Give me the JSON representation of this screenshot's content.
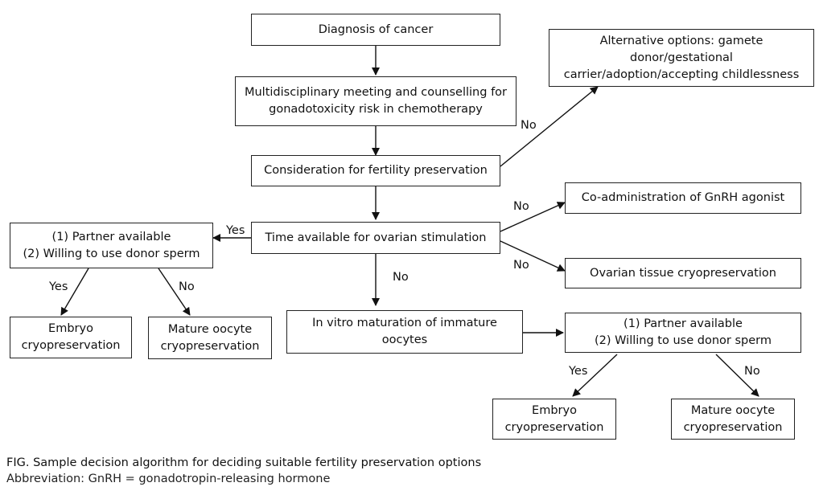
{
  "nodes": {
    "diagnosis": [
      "Diagnosis of cancer"
    ],
    "meeting": [
      "Multidisciplinary meeting and counselling for",
      "gonadotoxicity risk in chemotherapy"
    ],
    "alternative": [
      "Alternative options: gamete",
      "donor/gestational",
      "carrier/adoption/accepting childlessness"
    ],
    "consideration": [
      "Consideration for fertility preservation"
    ],
    "coadmin": [
      "Co-administration of GnRH agonist"
    ],
    "partner_left": [
      "(1) Partner available",
      "(2) Willing to use donor sperm"
    ],
    "time": [
      "Time available for ovarian stimulation"
    ],
    "ovarian_tissue": [
      "Ovarian tissue cryopreservation"
    ],
    "embryo_left": [
      "Embryo",
      "cryopreservation"
    ],
    "oocyte_left": [
      "Mature oocyte",
      "cryopreservation"
    ],
    "ivm": [
      "In vitro maturation of immature",
      "oocytes"
    ],
    "partner_right": [
      "(1) Partner available",
      "(2) Willing to use donor sperm"
    ],
    "embryo_right": [
      "Embryo",
      "cryopreservation"
    ],
    "oocyte_right": [
      "Mature oocyte",
      "cryopreservation"
    ]
  },
  "edge_labels": {
    "no_alternative": "No",
    "yes_partner_left": "Yes",
    "no_coadmin": "No",
    "no_ovarian_tissue": "No",
    "no_ivm": "No",
    "yes_embryo_left": "Yes",
    "no_oocyte_left": "No",
    "yes_embryo_right": "Yes",
    "no_oocyte_right": "No"
  },
  "caption": {
    "title": "FIG.  Sample decision algorithm for deciding suitable fertility preservation options",
    "abbreviation": "Abbreviation: GnRH = gonadotropin-releasing hormone"
  }
}
